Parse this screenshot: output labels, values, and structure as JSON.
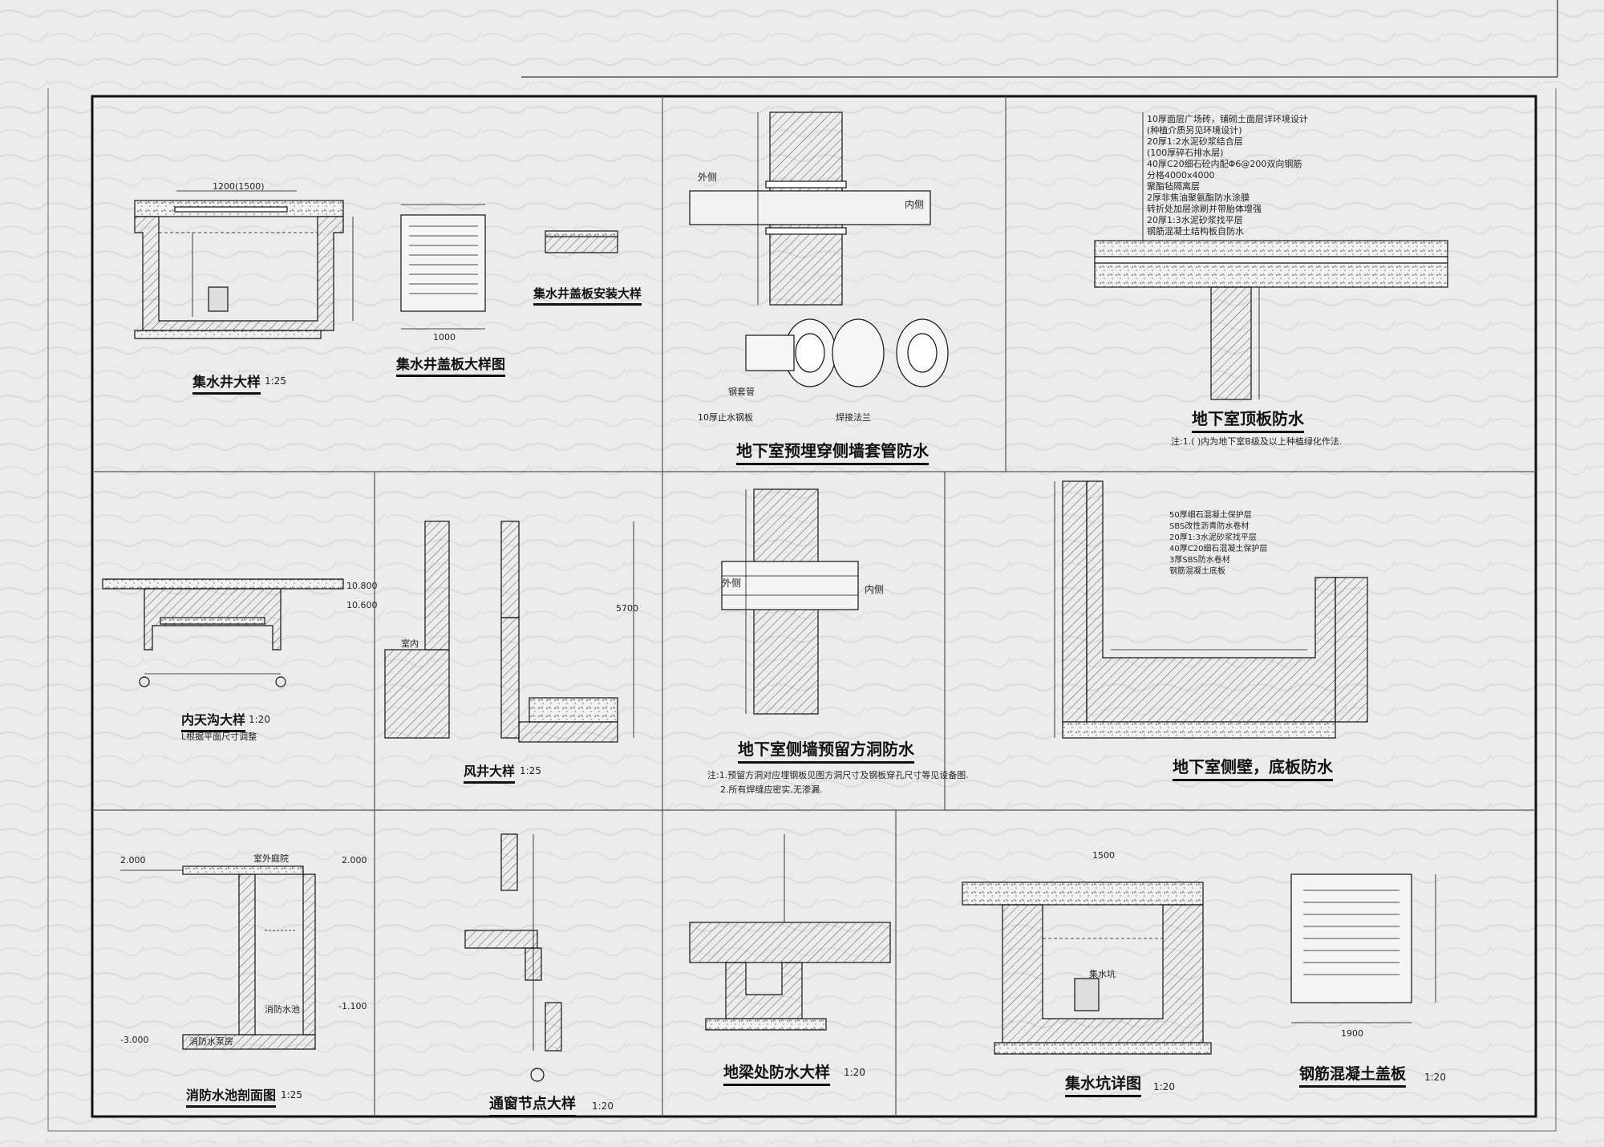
{
  "titles": {
    "t1": "集水井大样",
    "t1s": "1:25",
    "t2": "集水井盖板大样图",
    "t3": "集水井盖板安装大样",
    "t4": "地下室预埋穿侧墙套管防水",
    "t5": "地下室顶板防水",
    "t5n": "注:1.( )内为地下室B级及以上种植绿化作法.",
    "t6": "内天沟大样",
    "t6s": "1:20",
    "t6n": "L根据平面尺寸调整",
    "t7": "风井大样",
    "t7s": "1:25",
    "t8": "地下室侧墙预留方洞防水",
    "t8n1": "注:1.预留方洞对应埋钢板见图方洞尺寸及钢板穿孔尺寸等见设备图.",
    "t8n2": "2.所有焊缝应密实,无渗漏.",
    "t9": "地下室侧壁，底板防水",
    "t10": "消防水池剖面图",
    "t10s": "1:25",
    "t11": "通窗节点大样",
    "t11s": "1:20",
    "t12": "地梁处防水大样",
    "t12s": "1:20",
    "t13": "集水坑详图",
    "t13s": "1:20",
    "t14": "钢筋混凝土盖板",
    "t14s": "1:20"
  },
  "labels": {
    "outside": "外侧",
    "inside": "内侧",
    "outside2": "外侧",
    "inside2": "内侧",
    "room": "室内",
    "outdoor_court": "室外庭院",
    "pool": "消防水池",
    "pump_room": "消防水泵房",
    "catch_pit": "集水坑",
    "pipe1": "钢套管",
    "pipe2": "10厚止水钢板",
    "pipe3": "焊接法兰",
    "d1200": "1200(1500)",
    "d1500": "1500",
    "d1900": "1900",
    "d1000": "1000",
    "d5700": "5700",
    "el1": "10.800",
    "el2": "10.600",
    "el3": "2.000",
    "el4": "2.000",
    "el5": "-1.100",
    "el6": "-3.000"
  },
  "roof_layers": [
    "10厚面层广场砖，铺砌土面层详环境设计",
    "(种植介质另见环境设计)",
    "20厚1:2水泥砂浆结合层",
    "(100厚碎石排水层)",
    "40厚C20细石砼内配Φ6@200双向钢筋",
    "分格4000x4000",
    "聚酯毡隔离层",
    "2厚非焦油聚氨酯防水涂膜",
    "转折处加层涂刷并带胎体增强",
    "20厚1:3水泥砂浆找平层",
    "钢筋混凝土结构板自防水"
  ],
  "wall_layers": [
    "50厚细石混凝土保护层",
    "SBS改性沥青防水卷材",
    "20厚1:3水泥砂浆找平层",
    "40厚C20细石混凝土保护层",
    "3厚SBS防水卷材",
    "钢筋混凝土底板"
  ],
  "colors": {
    "paper": "#e9e9e9",
    "ink": "#111111",
    "hatch": "#444444"
  }
}
